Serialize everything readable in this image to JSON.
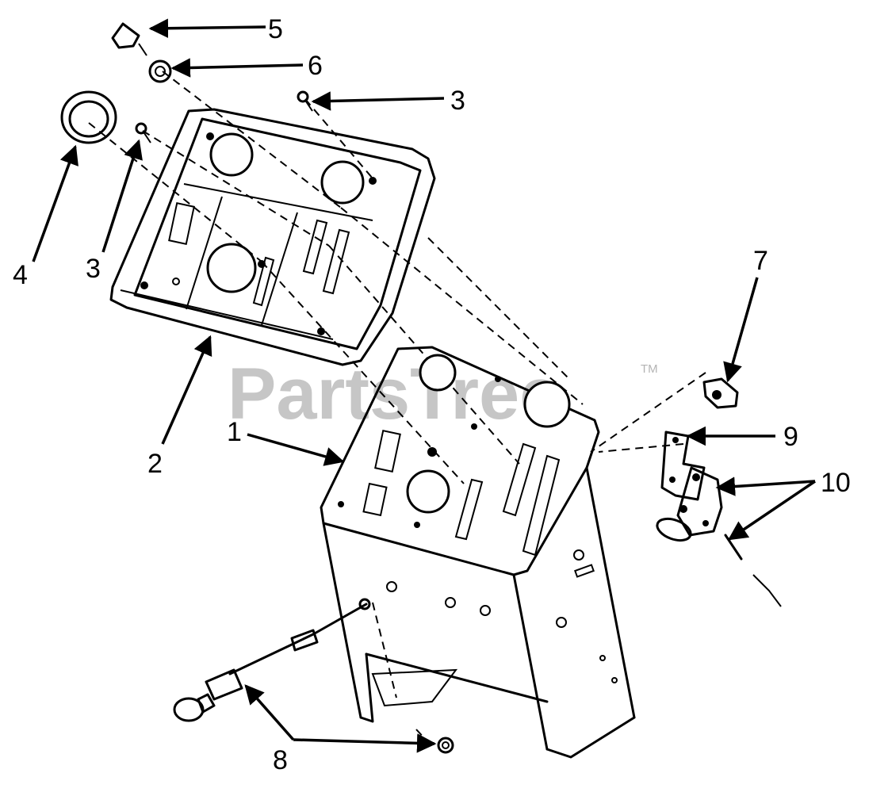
{
  "watermark": {
    "text": "PartsTree",
    "trademark": "TM"
  },
  "colors": {
    "line": "#000000",
    "watermark": "#b4b4b4",
    "background": "#ffffff"
  },
  "callouts": [
    {
      "id": "c1",
      "label": "1",
      "part": "dash-panel"
    },
    {
      "id": "c2",
      "label": "2",
      "part": "dash-bezel"
    },
    {
      "id": "c3a",
      "label": "3",
      "part": "screw"
    },
    {
      "id": "c3b",
      "label": "3",
      "part": "screw"
    },
    {
      "id": "c4",
      "label": "4",
      "part": "grommet"
    },
    {
      "id": "c5",
      "label": "5",
      "part": "knob"
    },
    {
      "id": "c6",
      "label": "6",
      "part": "washer"
    },
    {
      "id": "c7",
      "label": "7",
      "part": "cap"
    },
    {
      "id": "c8",
      "label": "8",
      "part": "choke-cable"
    },
    {
      "id": "c9",
      "label": "9",
      "part": "bracket"
    },
    {
      "id": "c10",
      "label": "10",
      "part": "latch-assembly"
    }
  ]
}
